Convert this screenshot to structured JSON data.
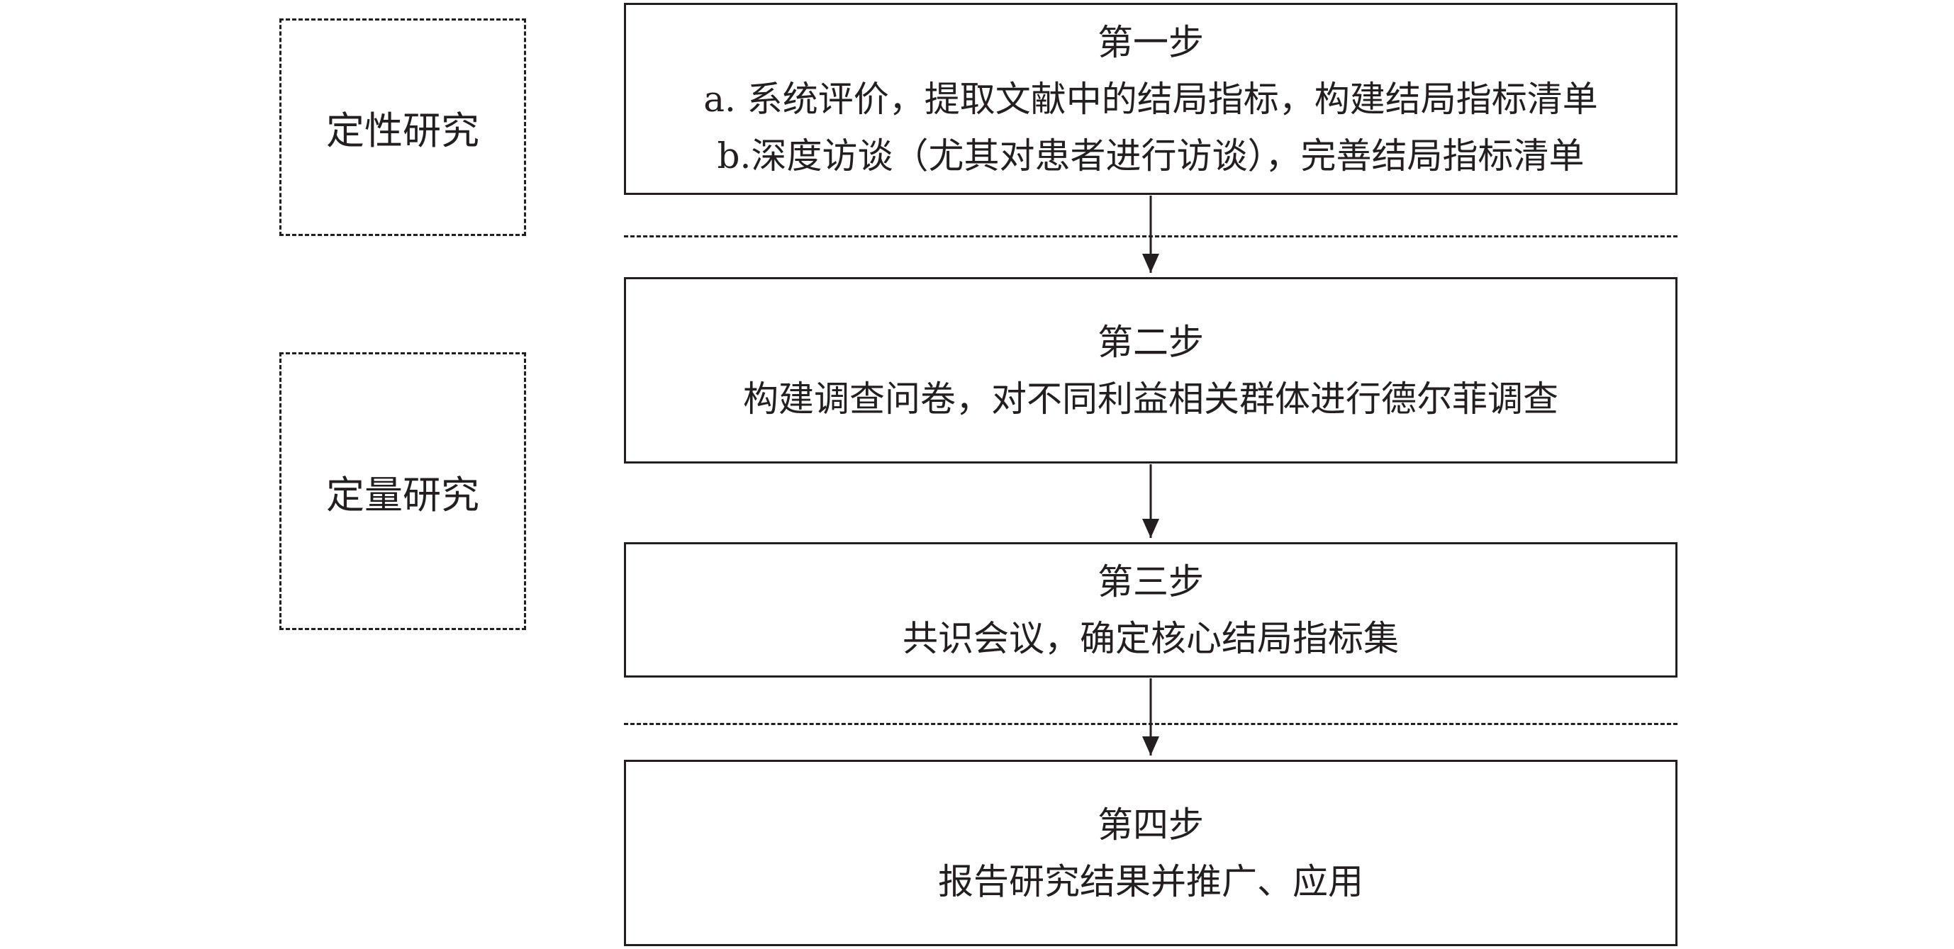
{
  "phases": {
    "qualitative": "定性研究",
    "quantitative": "定量研究"
  },
  "steps": [
    {
      "title": "第一步",
      "lines": [
        "a. 系统评价，提取文献中的结局指标，构建结局指标清单",
        "b.深度访谈（尤其对患者进行访谈），完善结局指标清单"
      ]
    },
    {
      "title": "第二步",
      "lines": [
        "构建调查问卷，对不同利益相关群体进行德尔菲调查"
      ]
    },
    {
      "title": "第三步",
      "lines": [
        "共识会议，确定核心结局指标集"
      ]
    },
    {
      "title": "第四步",
      "lines": [
        "报告研究结果并推广、应用"
      ]
    }
  ]
}
